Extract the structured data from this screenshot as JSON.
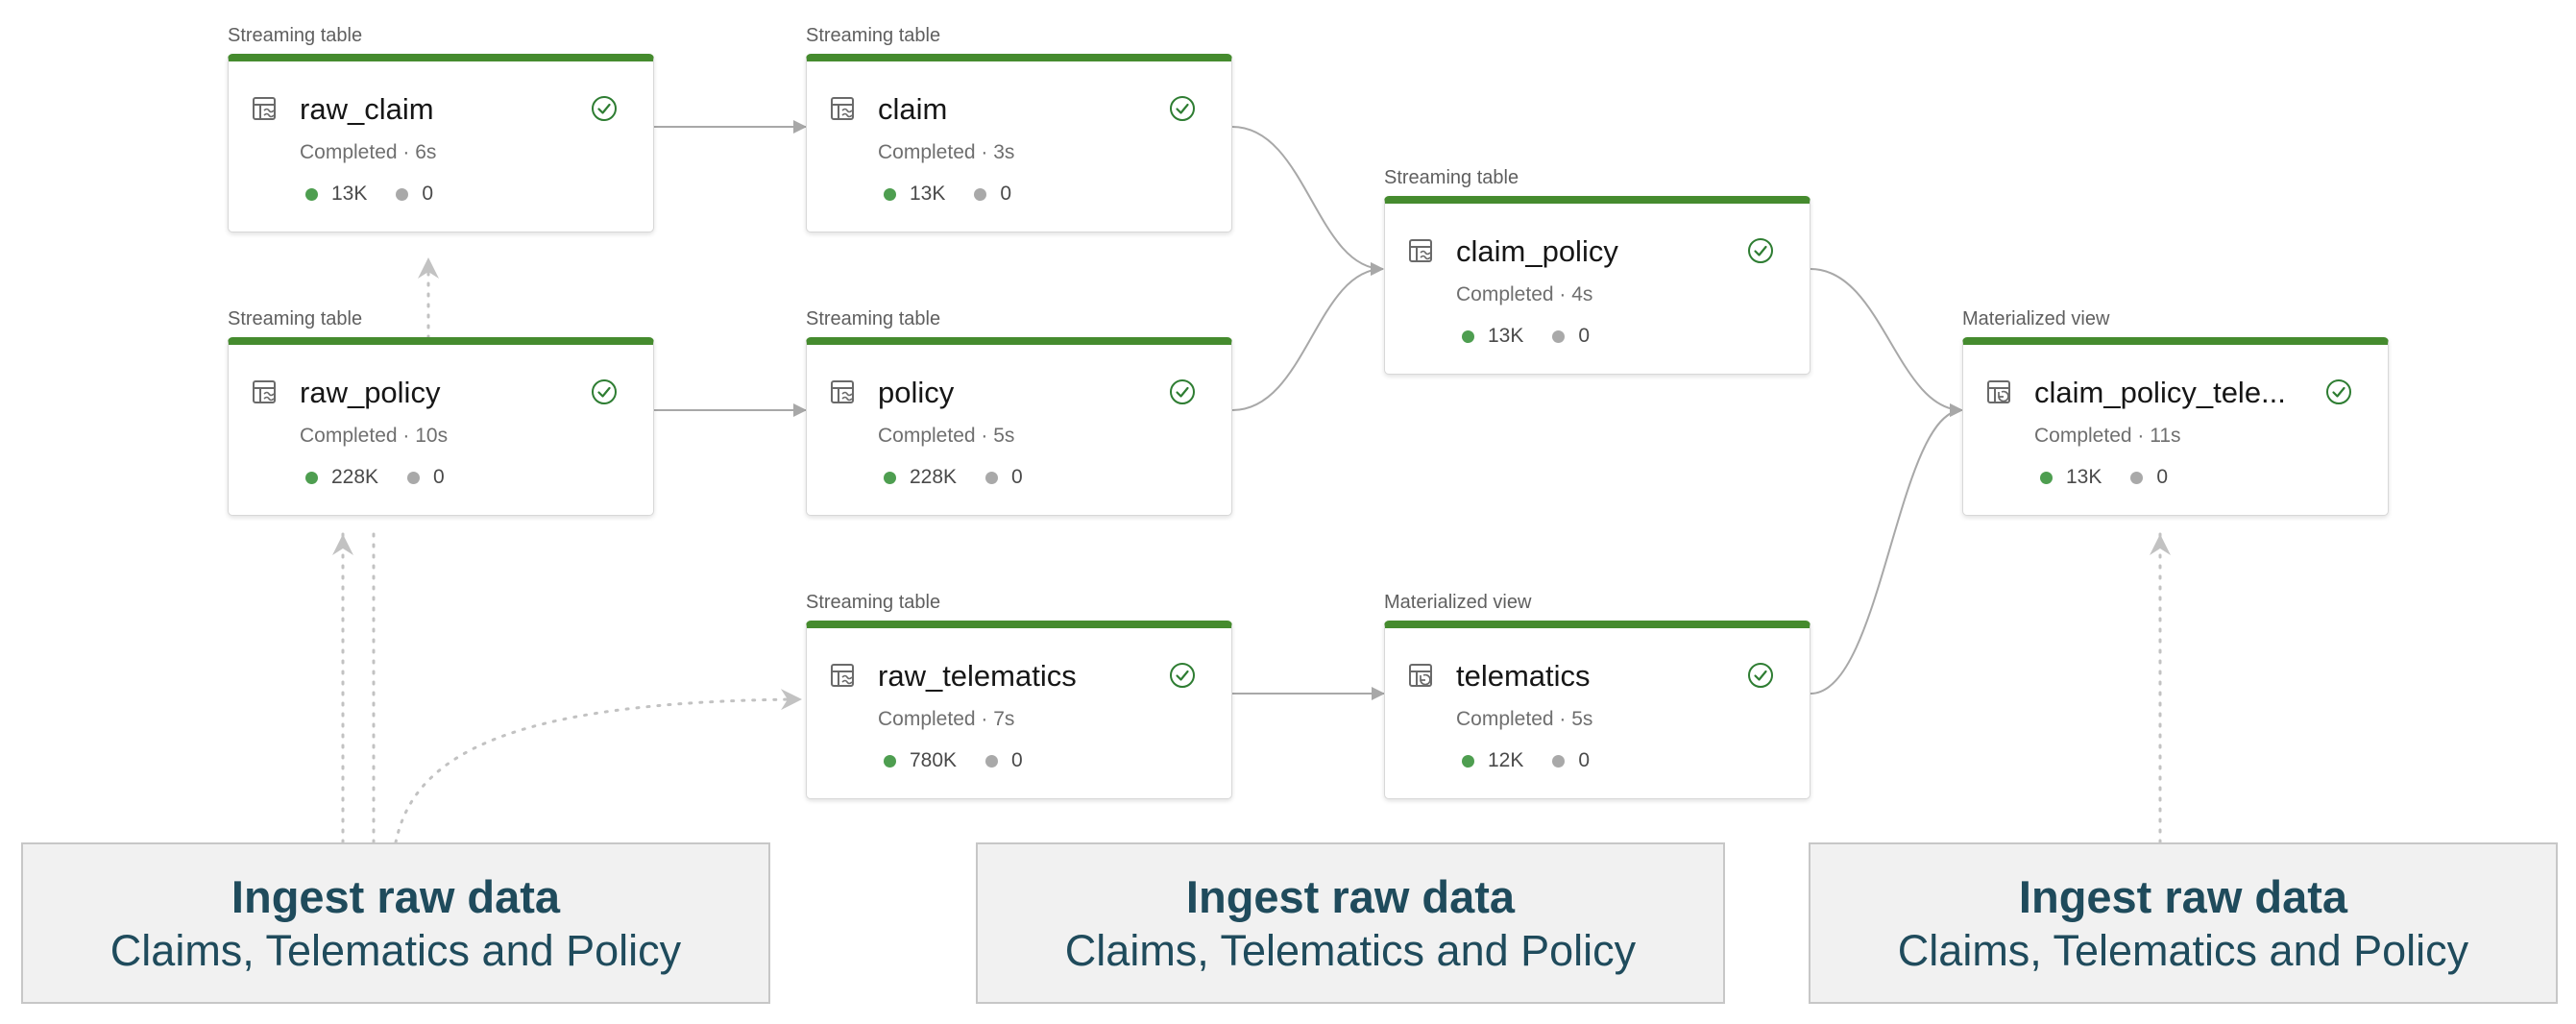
{
  "nodes": [
    {
      "id": "raw_claim",
      "type_label": "Streaming table",
      "name": "raw_claim",
      "status": "Completed · 6s",
      "rows": "13K",
      "dropped": "0",
      "icon": "streaming-table-icon",
      "state_icon": "check-circle-icon"
    },
    {
      "id": "claim",
      "type_label": "Streaming table",
      "name": "claim",
      "status": "Completed · 3s",
      "rows": "13K",
      "dropped": "0",
      "icon": "streaming-table-icon",
      "state_icon": "check-circle-icon"
    },
    {
      "id": "claim_policy",
      "type_label": "Streaming table",
      "name": "claim_policy",
      "status": "Completed · 4s",
      "rows": "13K",
      "dropped": "0",
      "icon": "streaming-table-icon",
      "state_icon": "check-circle-icon"
    },
    {
      "id": "raw_policy",
      "type_label": "Streaming table",
      "name": "raw_policy",
      "status": "Completed · 10s",
      "rows": "228K",
      "dropped": "0",
      "icon": "streaming-table-icon",
      "state_icon": "check-circle-icon"
    },
    {
      "id": "policy",
      "type_label": "Streaming table",
      "name": "policy",
      "status": "Completed · 5s",
      "rows": "228K",
      "dropped": "0",
      "icon": "streaming-table-icon",
      "state_icon": "check-circle-icon"
    },
    {
      "id": "claim_policy_tele",
      "type_label": "Materialized view",
      "name": "claim_policy_tele...",
      "status": "Completed · 11s",
      "rows": "13K",
      "dropped": "0",
      "icon": "materialized-view-icon",
      "state_icon": "check-circle-icon"
    },
    {
      "id": "raw_telematics",
      "type_label": "Streaming table",
      "name": "raw_telematics",
      "status": "Completed · 7s",
      "rows": "780K",
      "dropped": "0",
      "icon": "streaming-table-icon",
      "state_icon": "check-circle-icon"
    },
    {
      "id": "telematics",
      "type_label": "Materialized view",
      "name": "telematics",
      "status": "Completed · 5s",
      "rows": "12K",
      "dropped": "0",
      "icon": "materialized-view-icon",
      "state_icon": "check-circle-icon"
    }
  ],
  "footers": [
    {
      "title": "Ingest raw data",
      "subtitle": "Claims, Telematics and Policy"
    },
    {
      "title": "Ingest raw data",
      "subtitle": "Claims, Telematics and Policy"
    },
    {
      "title": "Ingest raw data",
      "subtitle": "Claims, Telematics and Policy"
    }
  ],
  "edges": [
    {
      "from": "raw_claim",
      "to": "claim",
      "style": "solid"
    },
    {
      "from": "raw_policy",
      "to": "policy",
      "style": "solid"
    },
    {
      "from": "claim",
      "to": "claim_policy",
      "style": "solid"
    },
    {
      "from": "policy",
      "to": "claim_policy",
      "style": "solid"
    },
    {
      "from": "raw_telematics",
      "to": "telematics",
      "style": "solid"
    },
    {
      "from": "claim_policy",
      "to": "claim_policy_tele",
      "style": "solid"
    },
    {
      "from": "telematics",
      "to": "claim_policy_tele",
      "style": "solid"
    },
    {
      "from": "raw_policy",
      "to": "raw_claim",
      "style": "dotted"
    },
    {
      "from": "ingest-1",
      "to": "raw_policy",
      "style": "dotted"
    },
    {
      "from": "ingest-1",
      "to": "raw_telematics",
      "style": "dotted"
    },
    {
      "from": "ingest-3",
      "to": "claim_policy_tele",
      "style": "dotted"
    }
  ],
  "colors": {
    "accent": "#458b2e",
    "success": "#2e7d32",
    "rows_dot": "#4e9e50",
    "dropped_dot": "#a9a9a9",
    "footer_text": "#1f4b5c",
    "edge": "#a8a8a8"
  }
}
